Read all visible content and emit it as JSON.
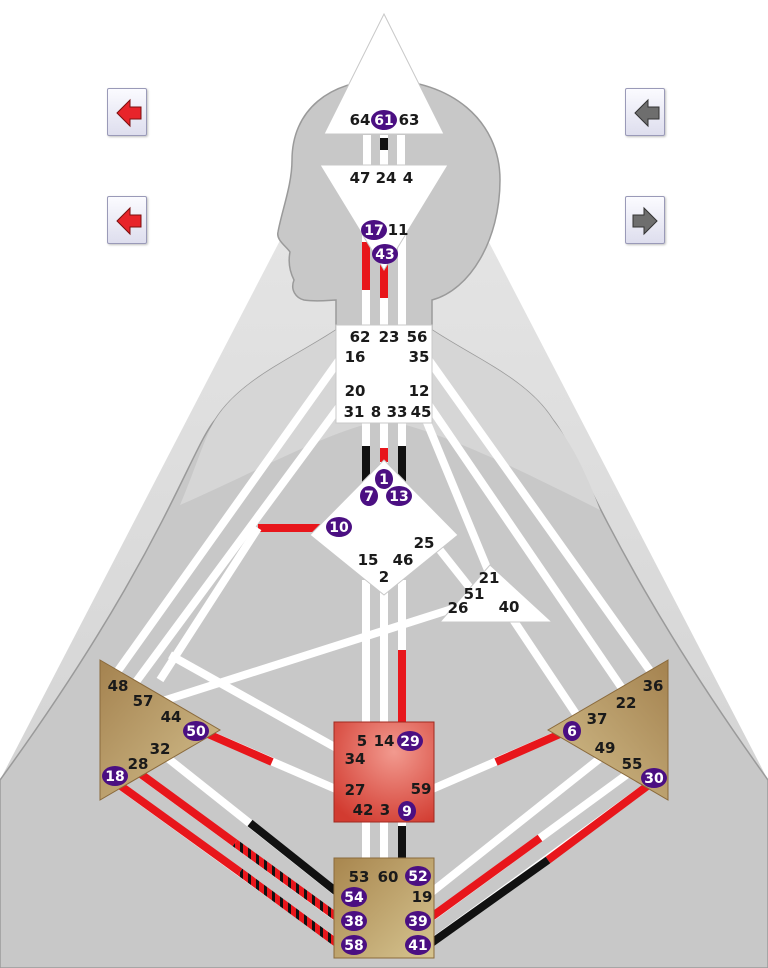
{
  "nav_buttons": [
    {
      "id": "left-top",
      "direction": "left",
      "color": "#e8242a"
    },
    {
      "id": "left-bottom",
      "direction": "left",
      "color": "#e8242a"
    },
    {
      "id": "right-top",
      "direction": "left",
      "color": "#6e6e6e"
    },
    {
      "id": "right-bottom",
      "direction": "right",
      "color": "#6e6e6e"
    }
  ],
  "colors": {
    "active_red": "#e8161b",
    "active_black": "#111111",
    "open_channel": "#ffffff",
    "gate_badge": "#4b0f82",
    "sacral_center": "#e0564a",
    "motor_center": "#b8955e",
    "silhouette": "#bdbdbd",
    "background_light": "#e5e5e5"
  },
  "gates": {
    "64": "64",
    "61": "61",
    "63": "63",
    "47": "47",
    "24": "24",
    "4": "4",
    "17": "17",
    "11": "11",
    "43": "43",
    "62": "62",
    "23": "23",
    "56": "56",
    "16": "16",
    "35": "35",
    "20": "20",
    "12": "12",
    "31": "31",
    "8": "8",
    "33": "33",
    "45": "45",
    "1": "1",
    "7": "7",
    "13": "13",
    "10": "10",
    "25": "25",
    "15": "15",
    "46": "46",
    "2": "2",
    "21": "21",
    "51": "51",
    "26": "26",
    "40": "40",
    "48": "48",
    "57": "57",
    "44": "44",
    "50": "50",
    "32": "32",
    "28": "28",
    "18": "18",
    "36": "36",
    "22": "22",
    "37": "37",
    "6": "6",
    "49": "49",
    "55": "55",
    "30": "30",
    "5": "5",
    "14": "14",
    "29": "29",
    "34": "34",
    "27": "27",
    "59": "59",
    "42": "42",
    "3": "3",
    "9": "9",
    "53": "53",
    "60": "60",
    "52": "52",
    "54": "54",
    "19": "19",
    "38": "38",
    "39": "39",
    "58": "58",
    "41": "41"
  },
  "active_gates": [
    "61",
    "17",
    "43",
    "1",
    "7",
    "13",
    "10",
    "50",
    "18",
    "6",
    "30",
    "29",
    "9",
    "52",
    "54",
    "38",
    "39",
    "58",
    "41"
  ]
}
